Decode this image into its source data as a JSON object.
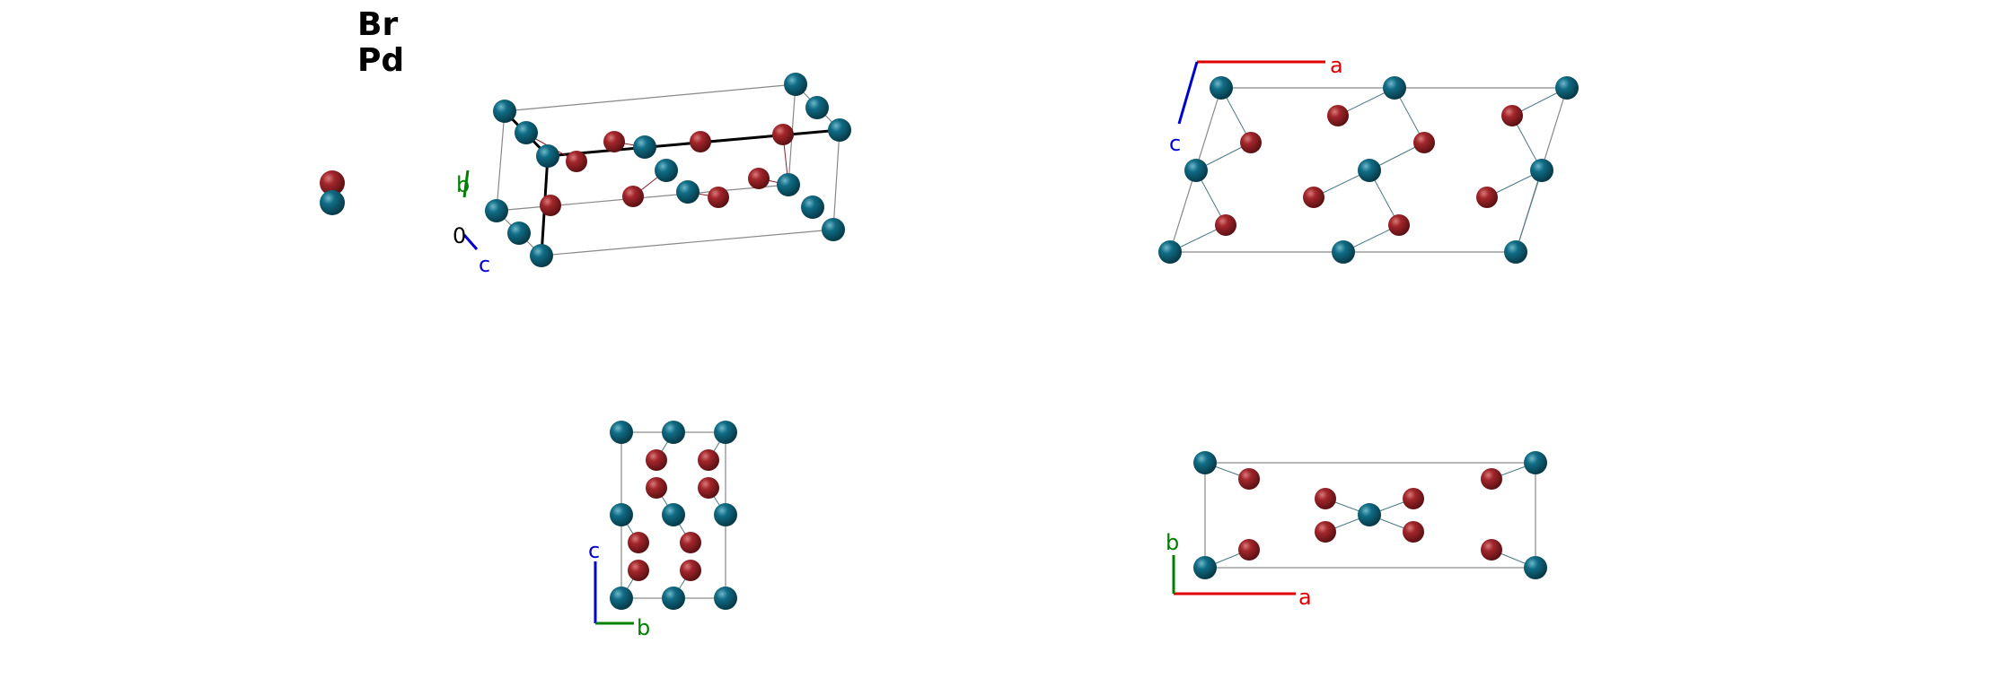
{
  "legend": {
    "elements": [
      {
        "symbol": "Br",
        "color": "#8b1f24"
      },
      {
        "symbol": "Pd",
        "color": "#0e6178"
      }
    ]
  },
  "axes": {
    "a": {
      "label": "a",
      "color": "#e00000"
    },
    "b": {
      "label": "b",
      "color": "#008000"
    },
    "c": {
      "label": "c",
      "color": "#0000d0"
    },
    "origin": {
      "label": "0",
      "color": "#000000"
    }
  },
  "views": [
    {
      "name": "perspective",
      "axes_shown": [
        "b",
        "c",
        "origin"
      ]
    },
    {
      "name": "view-along-b",
      "axes_shown": [
        "a",
        "c"
      ]
    },
    {
      "name": "view-along-a",
      "axes_shown": [
        "b",
        "c"
      ]
    },
    {
      "name": "view-along-c",
      "axes_shown": [
        "a",
        "b"
      ]
    }
  ]
}
